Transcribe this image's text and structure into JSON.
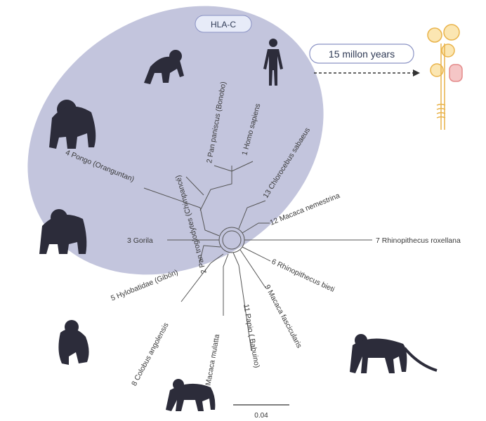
{
  "ellipse_label": "HLA-C",
  "timeline_label": "15 millon years",
  "scale_label": "0.04",
  "taxa": [
    {
      "id": "homo",
      "label": "1 Homo sapiens"
    },
    {
      "id": "paniscus",
      "label": "2 Pan paniscus (Bonobo)"
    },
    {
      "id": "troglodytes",
      "label": "2 Pan troglodytes (Chimpancé)"
    },
    {
      "id": "pongo",
      "label": "4 Pongo (Oranguntan)"
    },
    {
      "id": "gorila",
      "label": "3 Gorila"
    },
    {
      "id": "hylobatidae",
      "label": "5 Hylobatidae (Gibón)"
    },
    {
      "id": "colobus",
      "label": "8 Colobus angolensis"
    },
    {
      "id": "mulatta",
      "label": "10 Macaca mulatta"
    },
    {
      "id": "papio",
      "label": "11 Papio ( Babuino)"
    },
    {
      "id": "fascicularis",
      "label": "9 Macaca fascicularis"
    },
    {
      "id": "bieti",
      "label": "6 Rhinopithecus bieti"
    },
    {
      "id": "roxellana",
      "label": "7 Rhinopithecus roxellana"
    },
    {
      "id": "nemestrina",
      "label": "12 Macaca nemestrina"
    },
    {
      "id": "sabaeus",
      "label": "13 Chlorocebus sabaeus"
    }
  ],
  "colors": {
    "ellipse": "#b9bbd7",
    "silhouette": "#2c2c3a",
    "rna": "#f3c46a",
    "arrow": "#333333"
  },
  "icons": [
    "chimpanzee-icon",
    "human-icon",
    "orangutan-icon",
    "gorilla-icon",
    "gibbon-icon",
    "monkey-icon",
    "baboon-icon",
    "rna-structure-icon"
  ]
}
